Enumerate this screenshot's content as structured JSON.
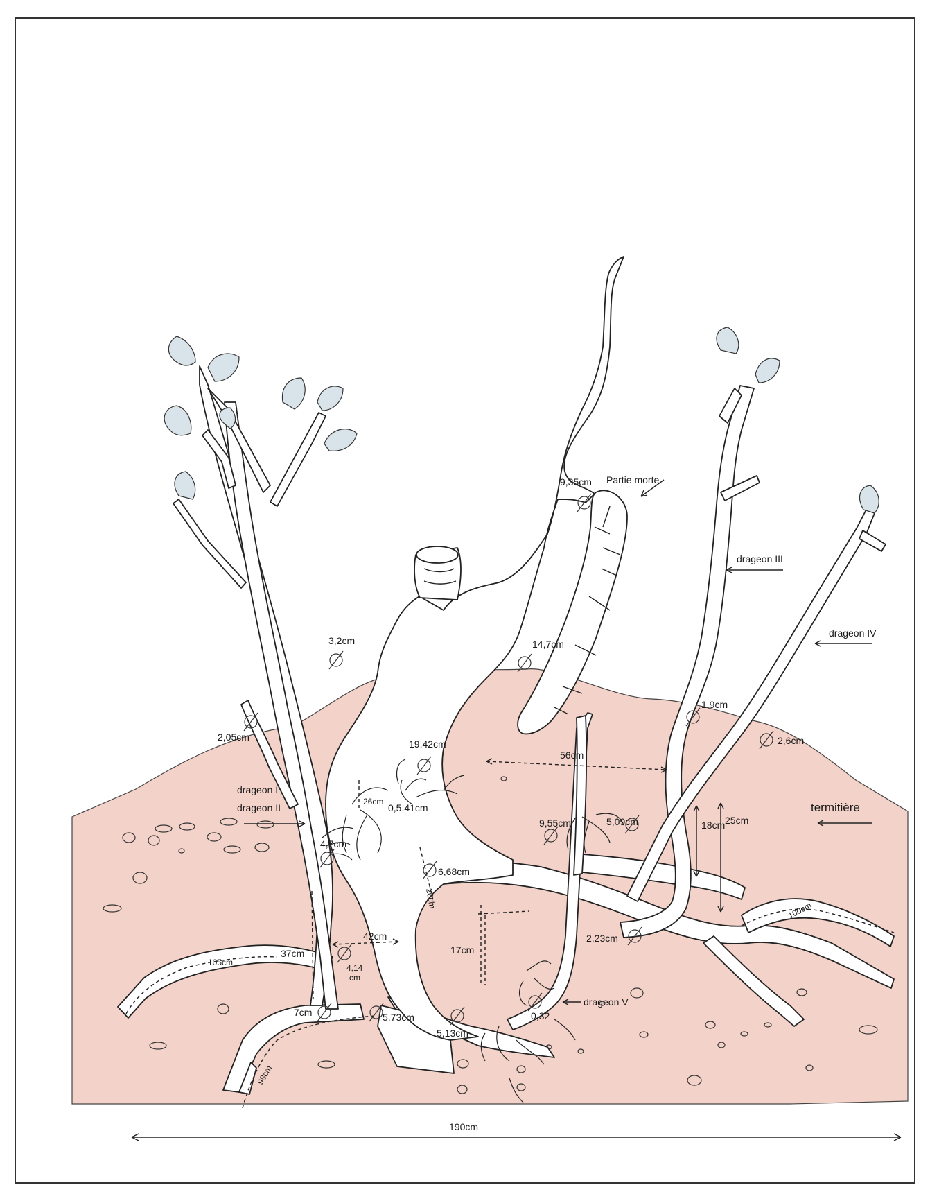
{
  "labels": {
    "partie_morte": "Partie morte",
    "drageon_1": "drageon I",
    "drageon_2": "drageon II",
    "drageon_3": "drageon III",
    "drageon_4": "drageon IV",
    "drageon_5": "drageon V",
    "termitiere": "termitière"
  },
  "diameters": {
    "d_9_35": "9,35cm",
    "d_14_7": "14,7cm",
    "d_3_2": "3,2cm",
    "d_2_05": "2,05cm",
    "d_19_42": "19,42cm",
    "d_1_9": "1,9cm",
    "d_2_6": "2,6cm",
    "d_0_541": "0,5,41cm",
    "d_9_55": "9,55cm",
    "d_5_09": "5,09cm",
    "d_4_7": "4,7cm",
    "d_6_68": "6,68cm",
    "d_2_23": "2,23cm",
    "d_4_14": "4,14",
    "d_4_14_unit": "cm",
    "d_7": "7cm",
    "d_5_73": "5,73cm",
    "d_5_13": "5,13cm",
    "d_0_32": "0,32"
  },
  "lengths": {
    "l_56": "56cm",
    "l_18": "18cm",
    "l_25": "25cm",
    "l_26": "26cm",
    "l_20": "20cm",
    "l_17": "17cm",
    "l_42": "42cm",
    "l_105": "105cm",
    "l_37": "37cm",
    "l_100": "100cm",
    "l_98": "98cm",
    "l_190": "190cm"
  },
  "colors": {
    "mound": "#f3d2c9",
    "leaf": "#d9e3ea",
    "outline": "#222222",
    "frame": "#333333"
  }
}
